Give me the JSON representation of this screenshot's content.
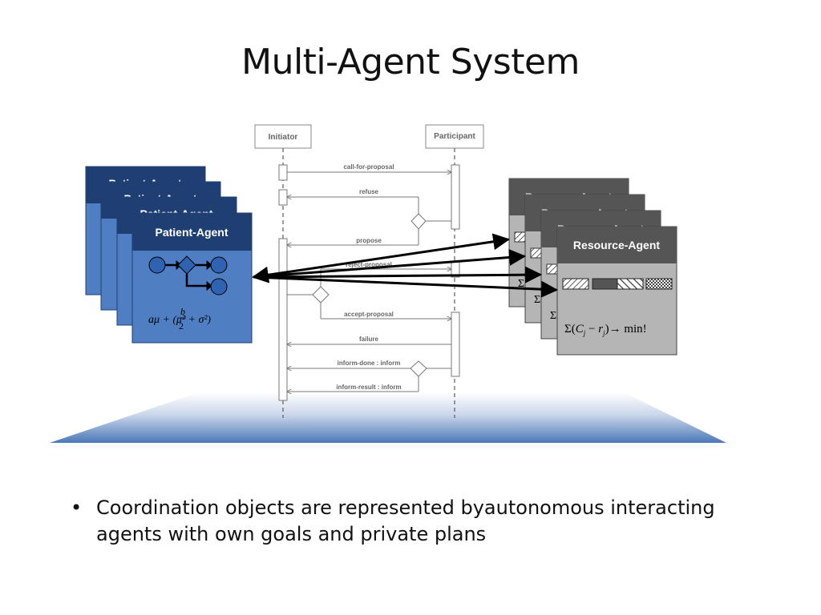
{
  "slide": {
    "title": "Multi-Agent System",
    "bullet": "Coordination objects are represented byautonomous interacting agents with own goals and private plans",
    "bullet_marker": "•"
  },
  "sequence": {
    "initiator": "Initiator",
    "participant": "Participant",
    "messages": [
      "call-for-proposal",
      "refuse",
      "propose",
      "reject-proposal",
      "accept-proposal",
      "failure",
      "inform-done : inform",
      "inform-result : inform"
    ]
  },
  "patient_agent": {
    "title": "Patient-Agent",
    "back_title": "Patient-Agent",
    "formula": "aμ + b/2 (μ² + σ²)"
  },
  "resource_agent": {
    "title": "Resource-Agent",
    "back_title": "Resource-Agent",
    "formula": "Σ(Cj − rj) → min!"
  },
  "colors": {
    "patient_header": "#1f3f73",
    "patient_body": "#4f7fc2",
    "resource_header": "#555555",
    "resource_body": "#b5b5b5",
    "base_gradient_bottom": "#4b77b8"
  }
}
